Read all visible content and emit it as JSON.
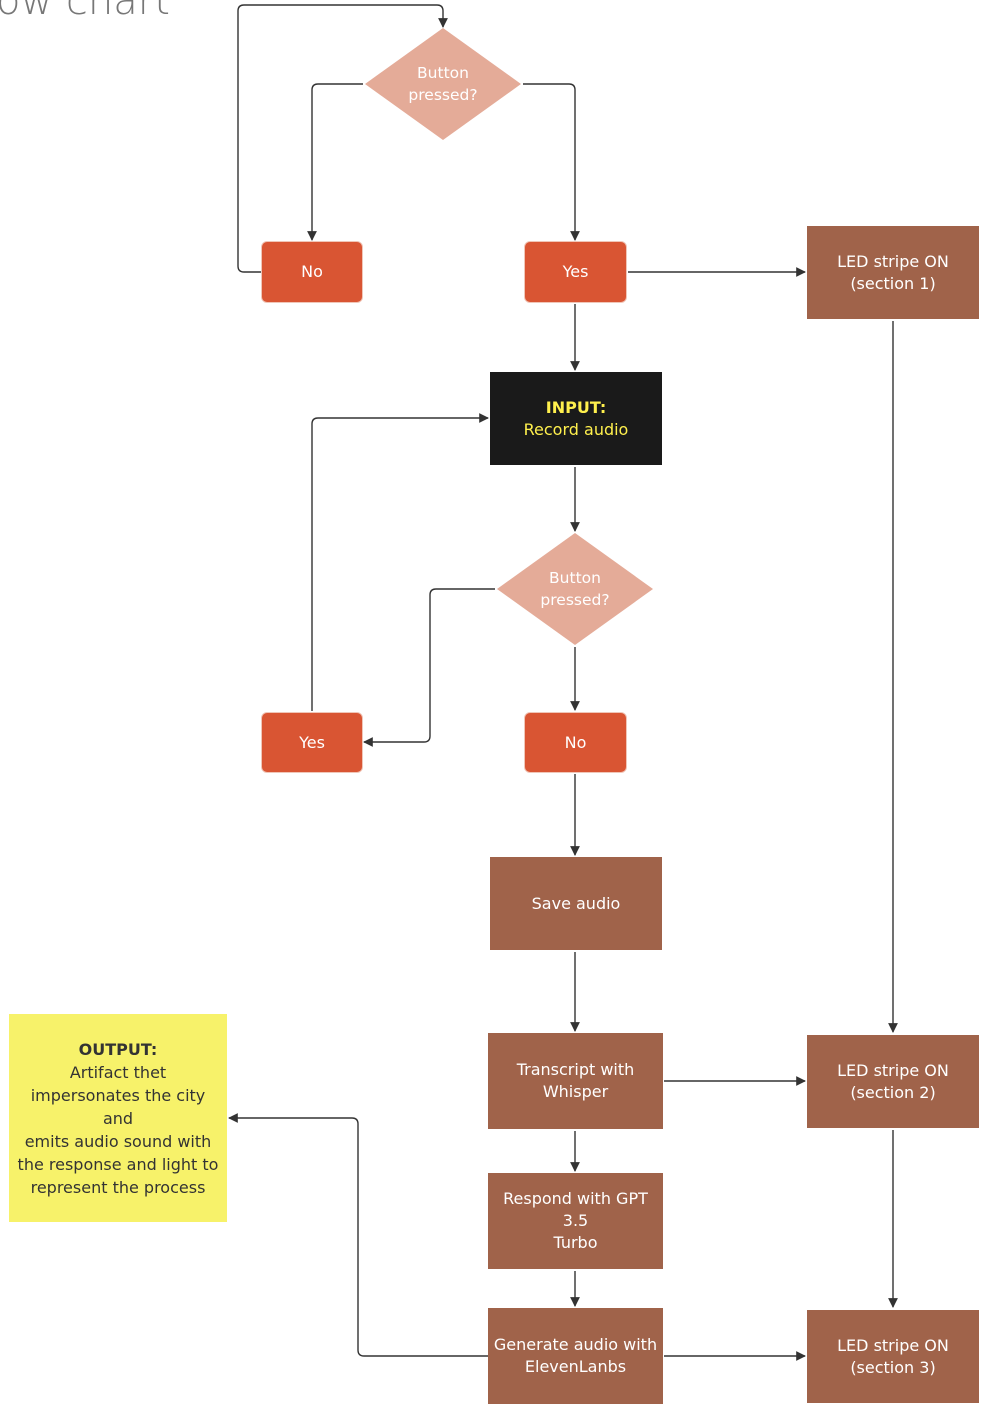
{
  "diagram": {
    "title": "ow chart",
    "nodes": {
      "decision_1": {
        "line1": "Button",
        "line2": "pressed?"
      },
      "no_1": {
        "label": "No"
      },
      "yes_1": {
        "label": "Yes"
      },
      "led_1": {
        "line1": "LED stripe ON",
        "line2": "(section 1)"
      },
      "input": {
        "line1": "INPUT:",
        "line2": "Record audio"
      },
      "decision_2": {
        "line1": "Button",
        "line2": "pressed?"
      },
      "yes_2": {
        "label": "Yes"
      },
      "no_2": {
        "label": "No"
      },
      "save": {
        "label": "Save audio"
      },
      "transcript": {
        "line1": "Transcript with",
        "line2": "Whisper"
      },
      "led_2": {
        "line1": "LED stripe ON",
        "line2": "(section 2)"
      },
      "respond": {
        "line1": "Respond with GPT 3.5",
        "line2": "Turbo"
      },
      "generate": {
        "line1": "Generate audio with",
        "line2": "ElevenLanbs"
      },
      "led_3": {
        "line1": "LED stripe ON",
        "line2": "(section 3)"
      },
      "output": {
        "heading": "OUTPUT:",
        "lines": [
          "Artifact thet",
          "impersonates the city and",
          "emits audio sound with",
          "the response and light to",
          "represent the process"
        ]
      }
    },
    "colors": {
      "decision": "#e4ab98",
      "pill": "#d95533",
      "process": "#a0634a",
      "input_bg": "#1a1a1a",
      "input_text": "#fff04d",
      "output_bg": "#f7f26a",
      "edge": "#333333"
    }
  }
}
